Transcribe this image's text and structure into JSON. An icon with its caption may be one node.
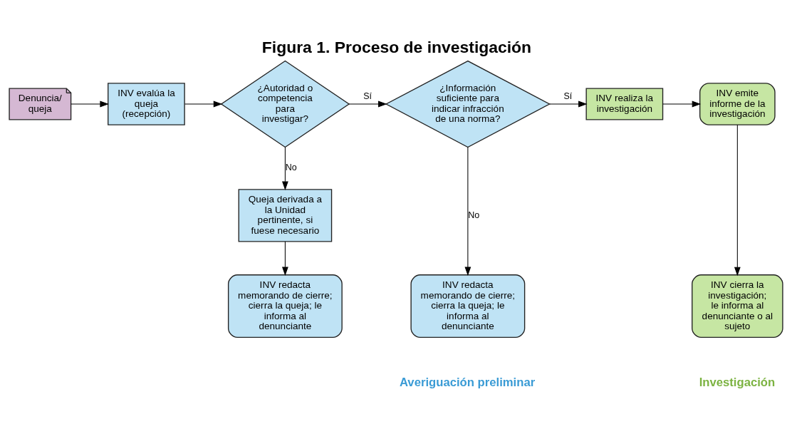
{
  "diagram": {
    "title": "Figura 1. Proceso de investigación",
    "nodes": [
      {
        "text": [
          "Denuncia/ queja"
        ]
      },
      {
        "text": [
          "INV evalúa la queja (recepción)"
        ]
      },
      {
        "text": [
          "¿Autoridad o competencia para investigar?"
        ]
      },
      {
        "text": [
          "¿Información suficiente para indicar infracción de una norma?"
        ]
      },
      {
        "text": [
          "INV realiza la investigación"
        ]
      },
      {
        "text": [
          "INV emite informe de la investigación"
        ]
      },
      {
        "text": [
          "Queja derivada a la Unidad pertinente, si fuese necesario"
        ]
      },
      {
        "text": [
          "INV redacta memorando de cierre; cierra la queja; le informa al denunciante"
        ]
      },
      {
        "text": [
          "INV redacta memorando de cierre; cierra la queja; le informa al denunciante"
        ]
      },
      {
        "text": [
          "INV cierra la investigación; le informa al denunciante o al sujeto"
        ]
      }
    ],
    "edges": [
      {
        "from": 0,
        "to": 1,
        "arrow": "to"
      },
      {
        "from": 1,
        "to": 2,
        "arrow": "to"
      },
      {
        "from": 2,
        "to": 3,
        "label": "Sí",
        "arrow": "to"
      },
      {
        "from": 3,
        "to": 4,
        "label": "Sí",
        "arrow": "to"
      },
      {
        "from": 4,
        "to": 5,
        "arrow": "to"
      },
      {
        "from": 2,
        "to": 6,
        "label": "No",
        "arrow": "to"
      },
      {
        "from": 6,
        "to": 8,
        "arrow": "to"
      },
      {
        "from": 3,
        "to": 7,
        "label": "No",
        "arrow": "to"
      },
      {
        "from": 5,
        "to": 9,
        "arrow": "to"
      }
    ],
    "labels": [
      "Averiguación preliminar",
      "Investigación"
    ]
  }
}
